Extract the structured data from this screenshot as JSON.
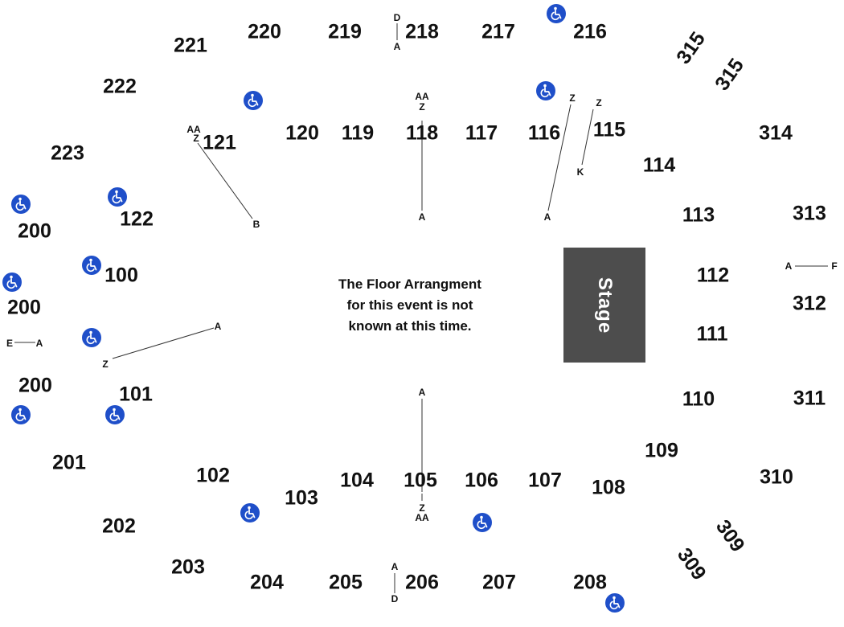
{
  "map": {
    "stage_label": "Stage",
    "floor_note": [
      "The Floor Arrangment",
      "for this event is not",
      "known at this time."
    ],
    "colors": {
      "stage": "#4d4d4d",
      "wheelchair": "#1f4fc9",
      "text": "#111111"
    },
    "wheelchair_icon": "wheelchair-icon",
    "sections": {
      "s100": "100",
      "s101": "101",
      "s102": "102",
      "s103": "103",
      "s104": "104",
      "s105": "105",
      "s106": "106",
      "s107": "107",
      "s108": "108",
      "s109": "109",
      "s110": "110",
      "s111": "111",
      "s112": "112",
      "s113": "113",
      "s114": "114",
      "s115": "115",
      "s116": "116",
      "s117": "117",
      "s118": "118",
      "s119": "119",
      "s120": "120",
      "s121": "121",
      "s122": "122",
      "s200a": "200",
      "s200b": "200",
      "s200c": "200",
      "s201": "201",
      "s202": "202",
      "s203": "203",
      "s204": "204",
      "s205": "205",
      "s206": "206",
      "s207": "207",
      "s208": "208",
      "s216": "216",
      "s217": "217",
      "s218": "218",
      "s219": "219",
      "s220": "220",
      "s221": "221",
      "s222": "222",
      "s223": "223",
      "s309a": "309",
      "s309b": "309",
      "s310": "310",
      "s311": "311",
      "s312": "312",
      "s313": "313",
      "s314": "314",
      "s315a": "315",
      "s315b": "315"
    },
    "rows": {
      "r218_top": "D",
      "r218_bot": "A",
      "r206_top": "A",
      "r206_bot": "D",
      "r118_aa": "AA",
      "r118_z": "Z",
      "r118_a": "A",
      "r121_aa": "AA",
      "r121_z": "Z",
      "r121_b": "B",
      "r116_z": "Z",
      "r116_a": "A",
      "r115_z": "Z",
      "r115_k": "K",
      "r312_a": "A",
      "r312_f": "F",
      "r200_e": "E",
      "r200_a": "A",
      "r101_a": "A",
      "r101_z": "Z",
      "r105_a": "A",
      "r105_z": "Z",
      "r105_aa": "AA"
    }
  }
}
